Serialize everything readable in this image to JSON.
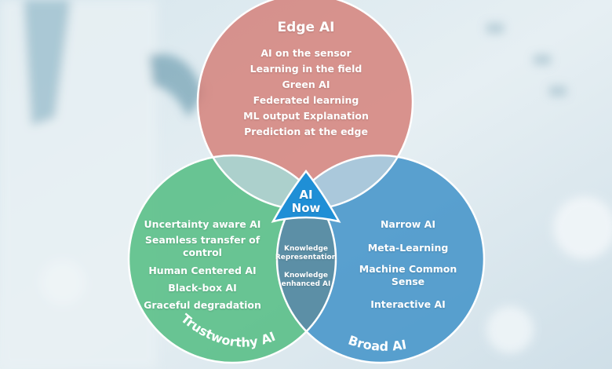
{
  "diagram": {
    "center_label": "AI Now",
    "circles": [
      {
        "title": "Edge AI",
        "color": "#d47e76",
        "items": [
          "AI on the sensor",
          "Learning in the field",
          "Green AI",
          "Federated learning",
          "ML output Explanation",
          "Prediction at the edge"
        ]
      },
      {
        "title": "Trustworthy AI",
        "color": "#4dbb7e",
        "items": [
          "Uncertainty aware AI",
          "Seamless transfer of control",
          "Human Centered AI",
          "Black-box AI",
          "Graceful degradation"
        ]
      },
      {
        "title": "Broad AI",
        "color": "#3a8fc7",
        "items": [
          "Narrow AI",
          "Meta-Learning",
          "Machine Common Sense",
          "Interactive AI"
        ]
      }
    ],
    "intersection_bottom": [
      "Knowledge Representation",
      "Knowledge enhanced AI"
    ],
    "center_color": "#1f8fd6"
  }
}
